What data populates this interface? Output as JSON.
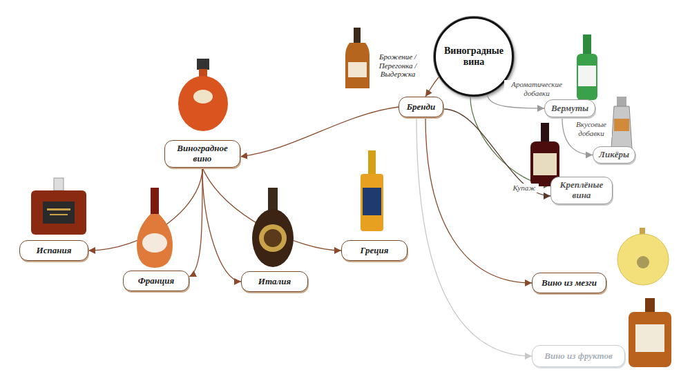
{
  "diagram": {
    "nodes": [
      {
        "text": [
          "Виноградные вина"
        ]
      },
      {
        "text": [
          "Бренди"
        ]
      },
      {
        "text": [
          "Вермуты"
        ]
      },
      {
        "text": [
          "Ликёры"
        ]
      },
      {
        "text": [
          "Креплёные вина"
        ]
      },
      {
        "text": [
          "Виноградное вино"
        ]
      },
      {
        "text": [
          "Испания"
        ]
      },
      {
        "text": [
          "Франция"
        ]
      },
      {
        "text": [
          "Италия"
        ]
      },
      {
        "text": [
          "Греция"
        ]
      },
      {
        "text": [
          "Вино из мезги"
        ]
      },
      {
        "text": [
          "Вино из фруктов"
        ]
      }
    ],
    "edges": [
      {
        "from": 0,
        "to": 1,
        "arrow": "to"
      },
      {
        "from": 0,
        "to": 2,
        "label": "Ароматические добавки",
        "arrow": "to"
      },
      {
        "from": 2,
        "to": 3,
        "label": "Вкусовые добавки",
        "arrow": "to"
      },
      {
        "from": 0,
        "to": 4,
        "arrow": "to"
      },
      {
        "from": 1,
        "to": 4,
        "label": "Купаж",
        "arrow": "to"
      },
      {
        "from": 1,
        "to": 5,
        "arrow": "to"
      },
      {
        "from": 1,
        "to": 10,
        "arrow": "to"
      },
      {
        "from": 1,
        "to": 11,
        "arrow": "to"
      },
      {
        "from": 5,
        "to": 6,
        "arrow": "to"
      },
      {
        "from": 5,
        "to": 7,
        "arrow": "to"
      },
      {
        "from": 5,
        "to": 8,
        "arrow": "to"
      },
      {
        "from": 5,
        "to": 9,
        "arrow": "to"
      }
    ],
    "labels": [
      "Брожение / Перегонка / Выдержка"
    ]
  }
}
